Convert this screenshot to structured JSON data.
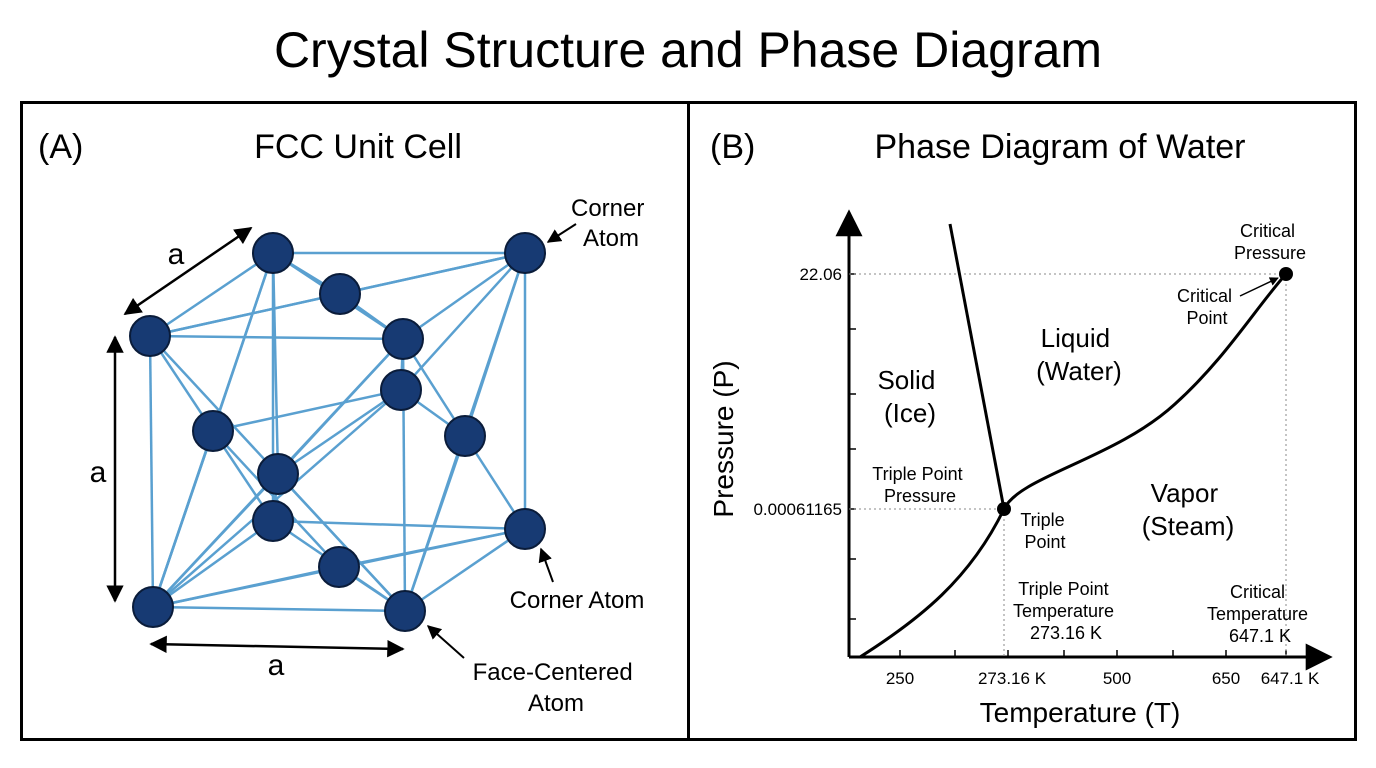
{
  "title": "Crystal Structure and Phase Diagram",
  "panel_a": {
    "letter": "(A)",
    "title": "FCC Unit Cell",
    "lattice_label": "a",
    "atom_color": "#173a73",
    "bond_color": "#5aa0d0",
    "labels": {
      "corner_top_1": "Corner",
      "corner_top_2": "Atom",
      "corner_mid": "Corner Atom",
      "face_centered_1": "Face-Centered",
      "face_centered_2": "Atom"
    }
  },
  "panel_b": {
    "letter": "(B)",
    "title": "Phase Diagram of Water",
    "x_axis_title": "Temperature (T)",
    "y_axis_title": "Pressure (P)",
    "x_ticks": [
      "250",
      "273.16 K",
      "500",
      "650",
      "647.1 K"
    ],
    "y_ticks": [
      "22.06",
      "0.00061165"
    ],
    "regions": {
      "solid_1": "Solid",
      "solid_2": "(Ice)",
      "liquid_1": "Liquid",
      "liquid_2": "(Water)",
      "vapor_1": "Vapor",
      "vapor_2": "(Steam)"
    },
    "annotations": {
      "critical_pressure_1": "Critical",
      "critical_pressure_2": "Pressure",
      "critical_point_1": "Critical",
      "critical_point_2": "Point",
      "triple_pressure_1": "Triple Point",
      "triple_pressure_2": "Pressure",
      "triple_point_1": "Triple",
      "triple_point_2": "Point",
      "triple_temp_1": "Triple Point",
      "triple_temp_2": "Temperature",
      "triple_temp_3": "273.16 K",
      "critical_temp_1": "Critical",
      "critical_temp_2": "Temperature",
      "critical_temp_3": "647.1 K"
    }
  }
}
